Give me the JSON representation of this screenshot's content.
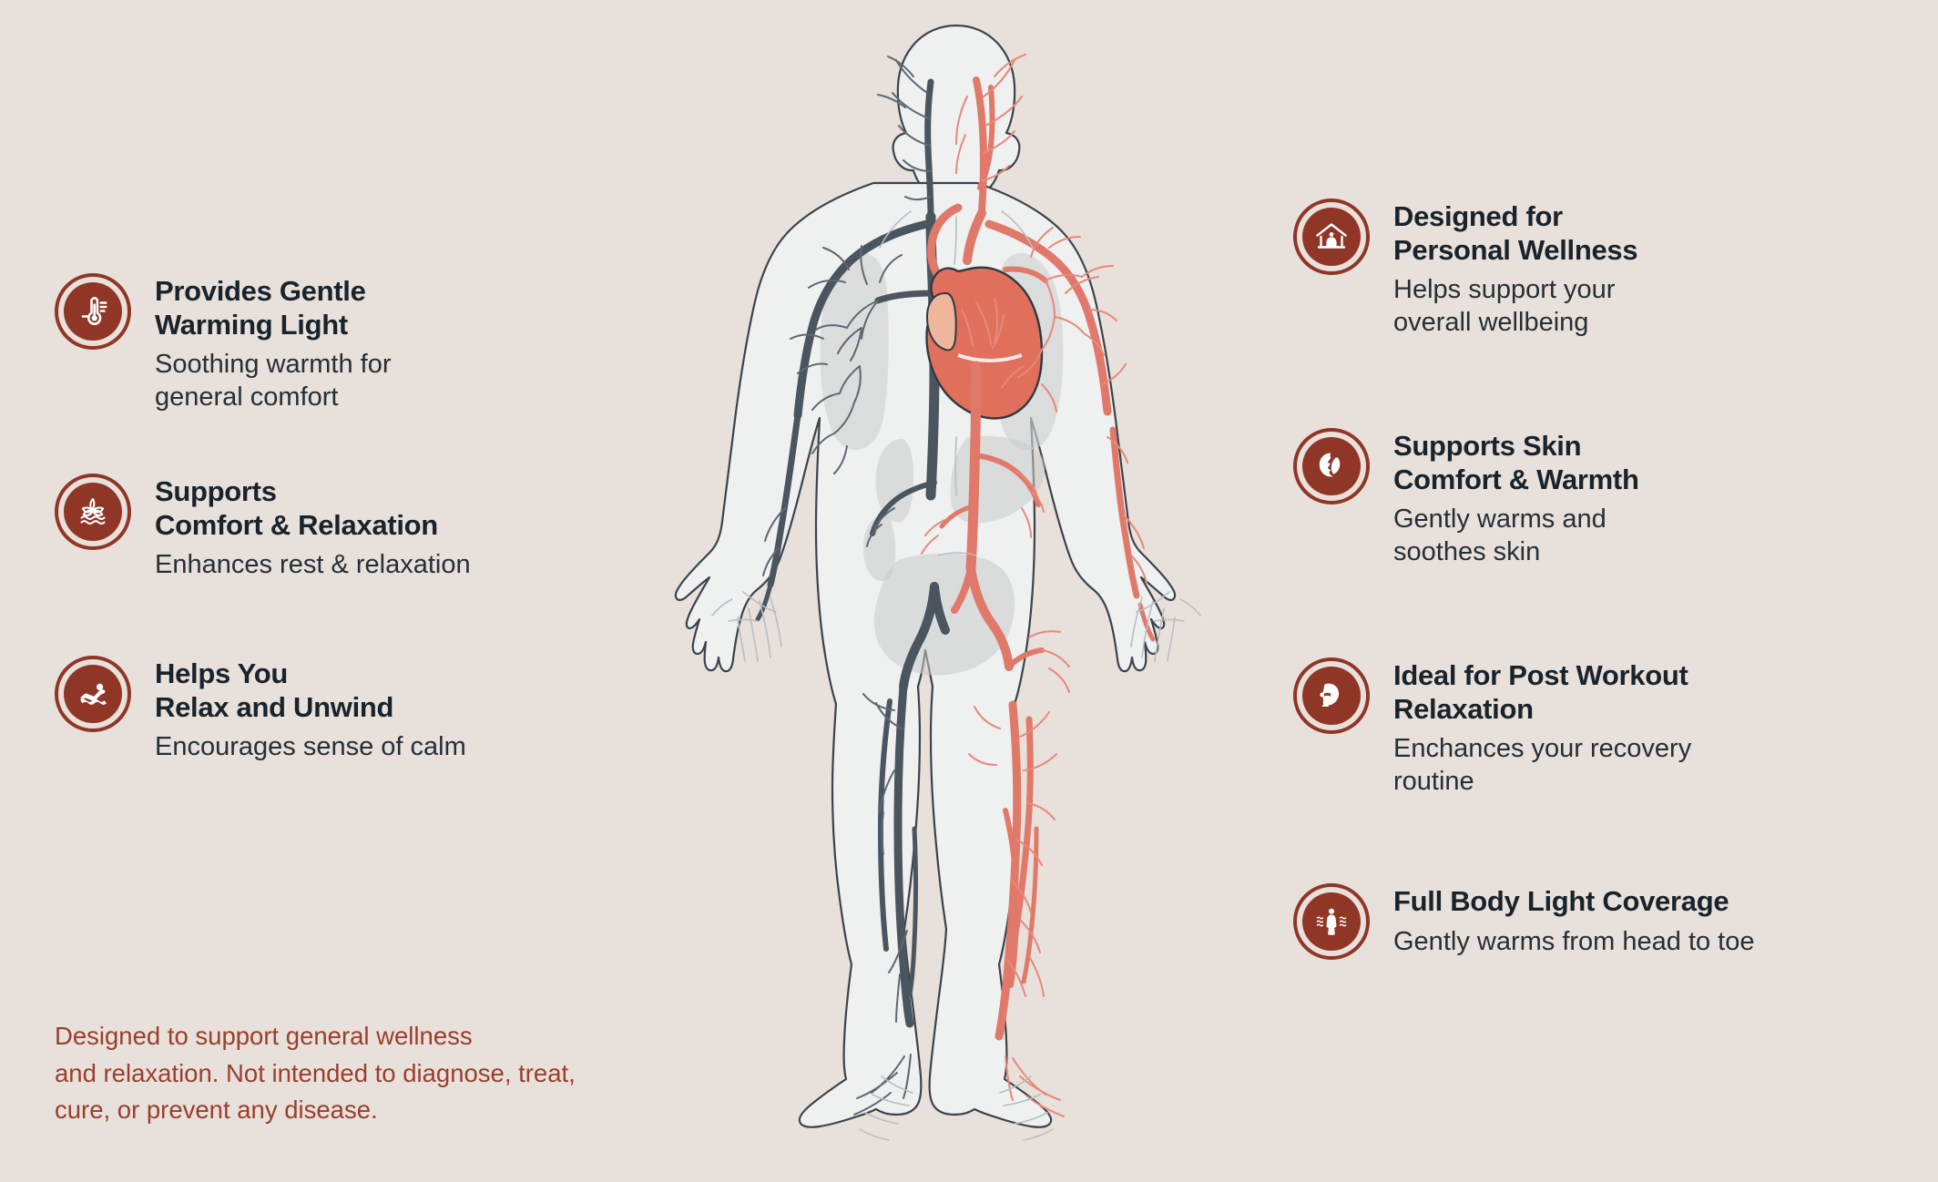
{
  "background_color": "#e8e0da",
  "accent_color": "#8f3626",
  "heading_color": "#19232b",
  "disclaimer_color": "#9b3e2c",
  "artery_color": "#e0796a",
  "vein_color": "#4a5560",
  "left_column": {
    "items": [
      {
        "icon": "thermometer-icon",
        "title": "Provides Gentle\nWarming Light",
        "desc": "Soothing warmth for\ngeneral comfort"
      },
      {
        "icon": "lotus-water-icon",
        "title": "Supports\nComfort & Relaxation",
        "desc": "Enhances rest & relaxation"
      },
      {
        "icon": "reclining-person-icon",
        "title": "Helps You\nRelax and Unwind",
        "desc": "Encourages sense of calm"
      }
    ]
  },
  "right_column": {
    "items": [
      {
        "icon": "home-meditation-icon",
        "title": "Designed for\nPersonal Wellness",
        "desc": "Helps support your\noverall wellbeing"
      },
      {
        "icon": "face-leaf-icon",
        "title": "Supports Skin\nComfort & Warmth",
        "desc": "Gently warms and\nsoothes skin"
      },
      {
        "icon": "flexed-bicep-icon",
        "title": "Ideal for Post Workout\nRelaxation",
        "desc": "Enchances your recovery\nroutine"
      },
      {
        "icon": "full-body-waves-icon",
        "title": "Full Body Light Coverage",
        "desc": "Gently warms from head to toe"
      }
    ]
  },
  "disclaimer": {
    "text": "Designed to support general wellness\nand relaxation. Not intended to diagnose, treat,\ncure, or prevent any disease."
  },
  "central_illustration": {
    "name": "human-circulatory-system-diagram",
    "description": "Front-facing anatomical human body silhouette showing the circulatory system: coral-red arteries on the figure's left side and dark slate-gray veins on the right side, with a red heart at center chest, gray lung, kidney, liver and pelvic organ shapes."
  }
}
